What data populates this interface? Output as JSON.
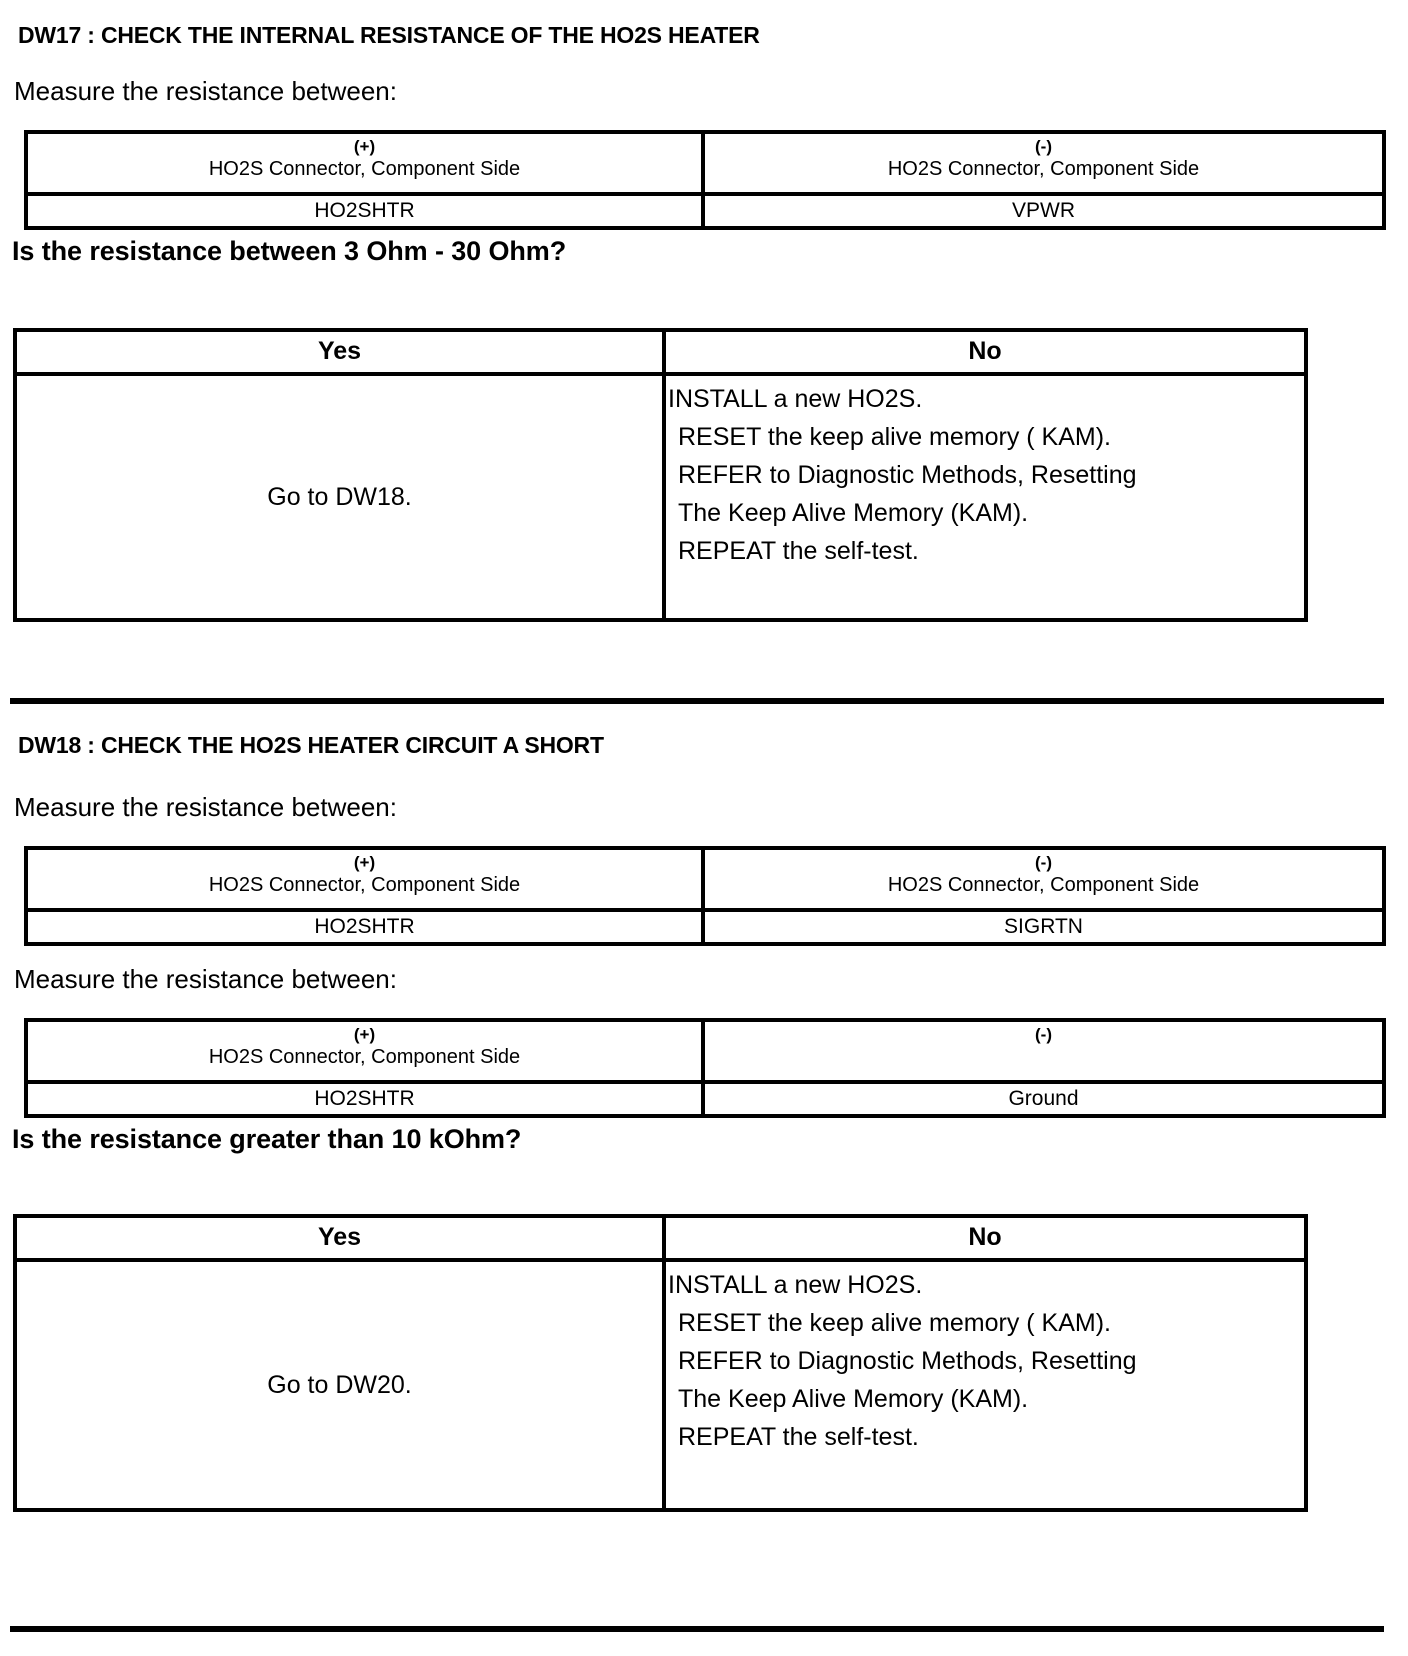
{
  "document": {
    "type": "automotive-diagnostic-pinpoint-test"
  },
  "sections": [
    {
      "id": "DW17",
      "title": "DW17 : CHECK THE INTERNAL RESISTANCE OF THE HO2S HEATER",
      "measurements": [
        {
          "lead": "Measure the resistance between:",
          "columns": [
            {
              "polarity": "(+)",
              "side_label": "HO2S Connector, Component Side",
              "pin": "HO2SHTR"
            },
            {
              "polarity": "(-)",
              "side_label": "HO2S Connector, Component Side",
              "pin": "VPWR"
            }
          ]
        }
      ],
      "question": "Is the resistance between 3 Ohm - 30 Ohm?",
      "decision": {
        "yes_header": "Yes",
        "no_header": "No",
        "yes_action": "Go to DW18.",
        "no_actions": [
          "INSTALL a new HO2S.",
          "RESET the keep alive memory ( KAM).",
          "REFER to Diagnostic Methods, Resetting",
          "The Keep Alive Memory (KAM).",
          "REPEAT the self-test."
        ]
      }
    },
    {
      "id": "DW18",
      "title": "DW18 : CHECK THE HO2S HEATER CIRCUIT A SHORT",
      "measurements": [
        {
          "lead": "Measure the resistance between:",
          "columns": [
            {
              "polarity": "(+)",
              "side_label": "HO2S Connector, Component Side",
              "pin": "HO2SHTR"
            },
            {
              "polarity": "(-)",
              "side_label": "HO2S Connector, Component Side",
              "pin": "SIGRTN"
            }
          ]
        },
        {
          "lead": "Measure the resistance between:",
          "columns": [
            {
              "polarity": "(+)",
              "side_label": "HO2S Connector, Component Side",
              "pin": "HO2SHTR"
            },
            {
              "polarity": "(-)",
              "side_label": "",
              "pin": "Ground"
            }
          ]
        }
      ],
      "question": "Is the resistance greater than 10 kOhm?",
      "decision": {
        "yes_header": "Yes",
        "no_header": "No",
        "yes_action": "Go to DW20.",
        "no_actions": [
          "INSTALL a new HO2S.",
          "RESET the keep alive memory ( KAM).",
          "REFER to Diagnostic Methods, Resetting",
          "The Keep Alive Memory (KAM).",
          "REPEAT the self-test."
        ]
      }
    }
  ],
  "colors": {
    "ink": "#000000",
    "paper": "#ffffff"
  }
}
